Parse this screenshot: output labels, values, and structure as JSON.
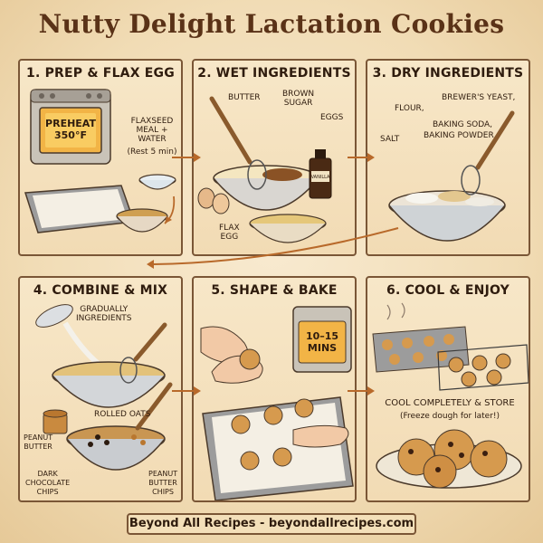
{
  "title": "Nutty Delight Lactation Cookies",
  "steps": [
    {
      "title": "1. PREP & FLAX EGG",
      "labels": {
        "oven_display": "PREHEAT\n350°F",
        "flaxseed": "FLAXSEED\nMEAL +\nWATER",
        "rest": "(Rest 5 min)"
      }
    },
    {
      "title": "2. WET INGREDIENTS",
      "labels": {
        "butter": "BUTTER",
        "brown_sugar": "BROWN\nSUGAR",
        "eggs": "EGGS",
        "vanilla": "VANILLA",
        "flax_egg": "FLAX\nEGG"
      }
    },
    {
      "title": "3. DRY INGREDIENTS",
      "labels": {
        "flour": "FLOUR,",
        "brewers_yeast": "BREWER'S YEAST,",
        "salt": "SALT",
        "baking_soda": "BAKING SODA,",
        "baking_powder": "BAKING POWDER"
      }
    },
    {
      "title": "4. COMBINE & MIX",
      "labels": {
        "gradually": "GRADUALLY\nINGREDIENTS",
        "rolled_oats": "ROLLED OATS",
        "peanut_butter": "PEANUT\nBUTTER",
        "dark_chips": "DARK\nCHOCOLATE\nCHIPS",
        "pb_chips": "PEANUT\nBUTTER\nCHIPS"
      }
    },
    {
      "title": "5. SHAPE & BAKE",
      "labels": {
        "timer": "10–15\nMINS"
      }
    },
    {
      "title": "6. COOL & ENJOY",
      "labels": {
        "store": "COOL COMPLETELY & STORE",
        "freeze": "(Freeze dough for later!)"
      }
    }
  ],
  "footer": "Beyond All Recipes - beyondallrecipes.com",
  "colors": {
    "background": "#f3e1bd",
    "panel_border": "#7a5636",
    "title_text": "#5a3217",
    "cookie": "#d69a4e",
    "chocolate": "#3b1f10"
  }
}
